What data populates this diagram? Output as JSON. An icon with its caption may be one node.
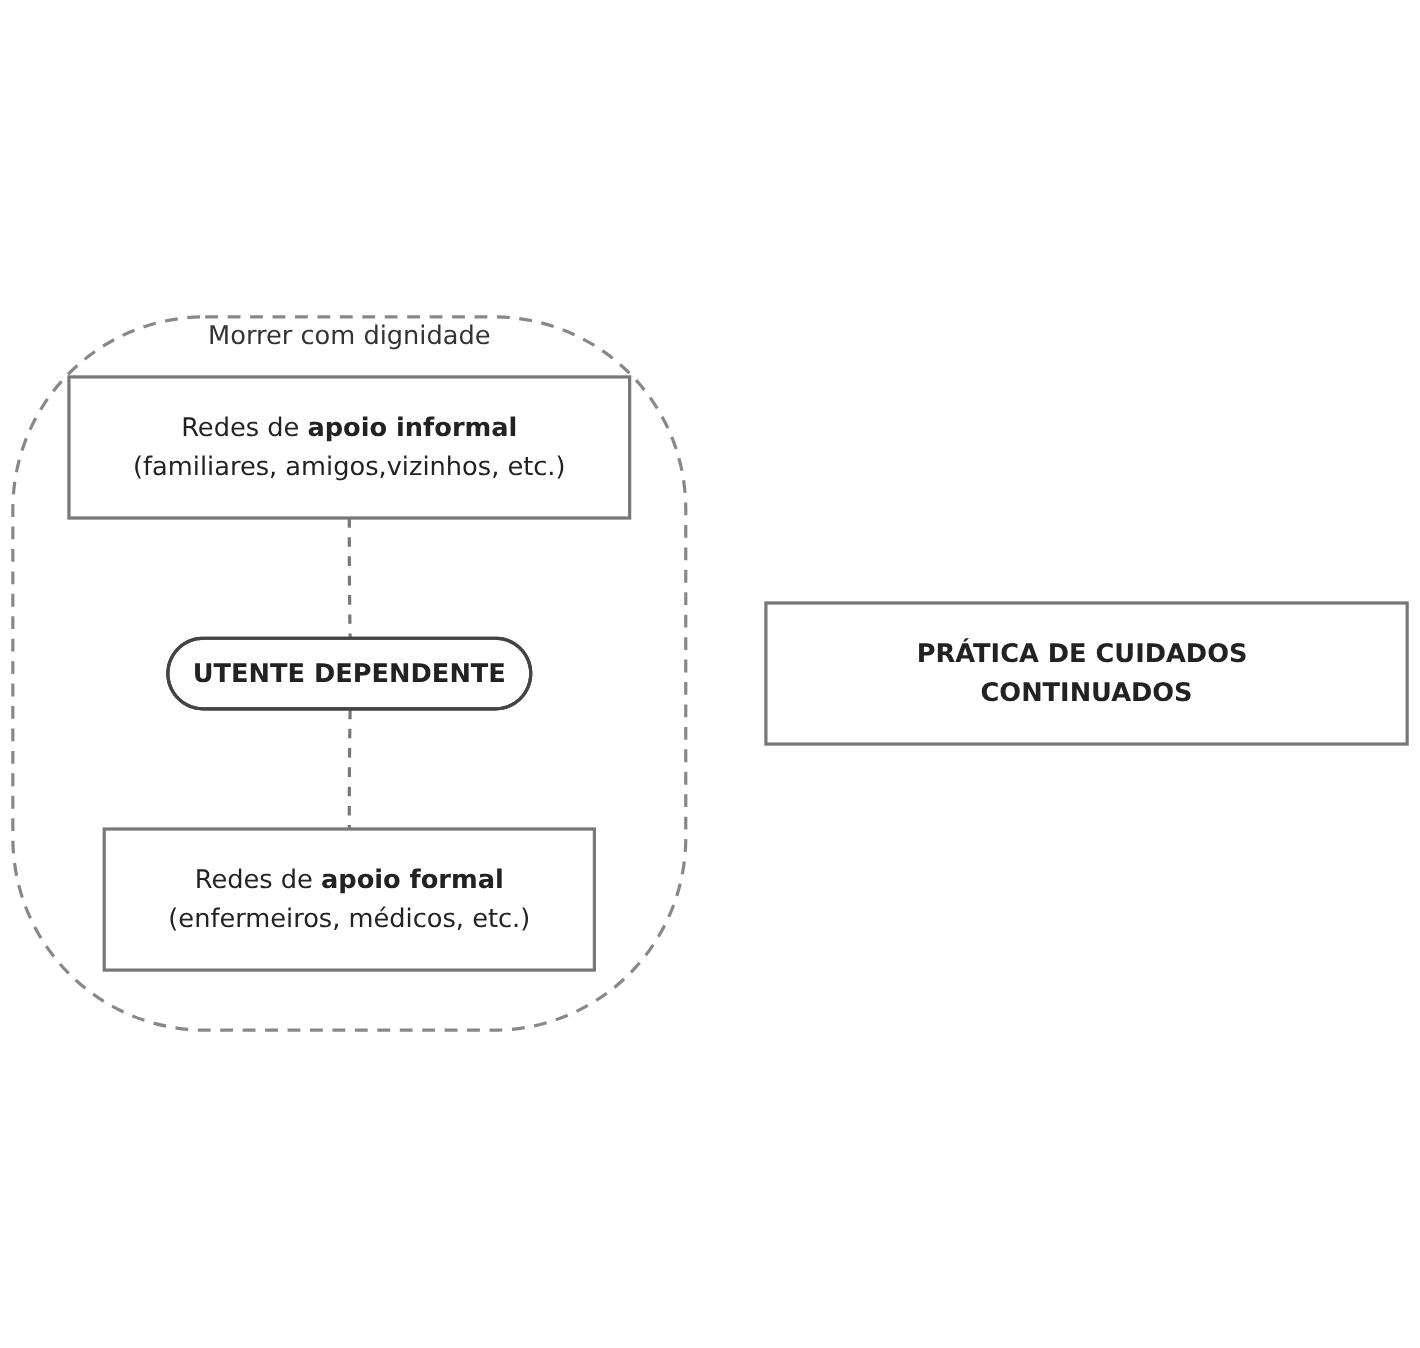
{
  "diagram": {
    "nodes": [
      {
        "text": [
          "PRÁTICA DE CUIDADOS CONTINUADOS"
        ]
      },
      {
        "text": [
          "Morrer com dignidade"
        ]
      },
      {
        "text": [
          "Redes de **apoio informal**",
          "(familiares, amigos,vizinhos, etc.)"
        ],
        "in": 1
      },
      {
        "text": [
          "UTENTE DEPENDENTE"
        ],
        "in": 1
      },
      {
        "text": [
          "Redes de **apoio formal**",
          "(enfermeiros, médicos, etc.)"
        ],
        "in": 1
      }
    ],
    "edges": [
      {
        "from": 2,
        "to": 3,
        "arrow": "none",
        "style": "dashed"
      },
      {
        "from": 3,
        "to": 4,
        "arrow": "none",
        "style": "dashed"
      }
    ]
  }
}
